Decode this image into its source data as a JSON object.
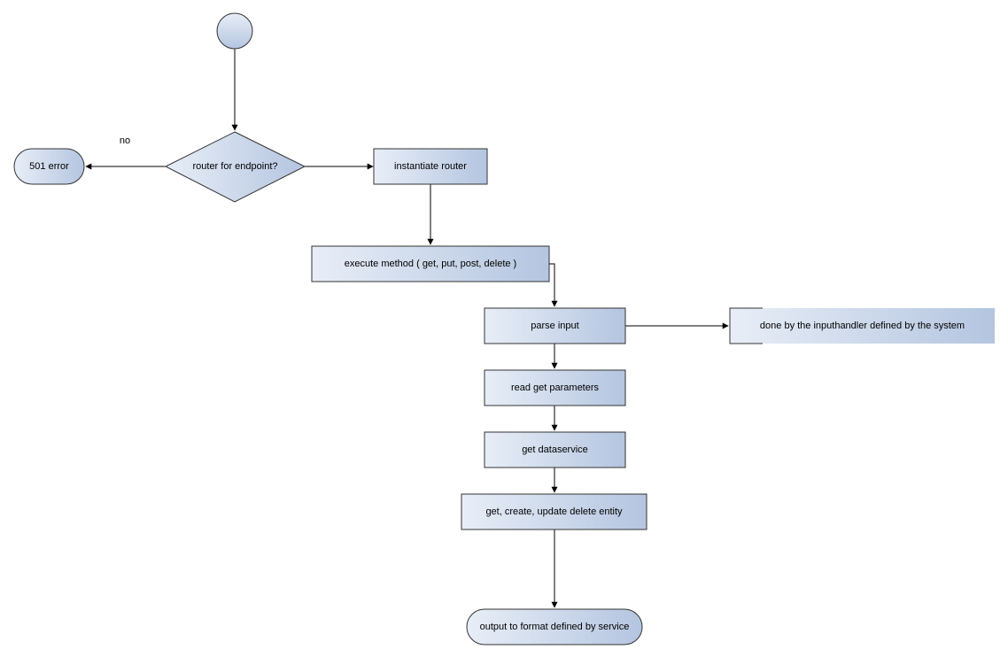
{
  "nodes": {
    "start": {
      "label": ""
    },
    "decision": {
      "label": "router for endpoint?"
    },
    "error501": {
      "label": "501 error"
    },
    "instantiate": {
      "label": "instantiate router"
    },
    "execute": {
      "label": "execute method ( get, put, post, delete )"
    },
    "parse": {
      "label": "parse input"
    },
    "inputhandler": {
      "label": "done by the inputhandler defined by the system"
    },
    "readget": {
      "label": "read get parameters"
    },
    "dataservice": {
      "label": "get dataservice"
    },
    "crud": {
      "label": "get, create, update delete entity"
    },
    "output": {
      "label": "output to format defined by service"
    }
  },
  "edges": {
    "no_label": "no"
  },
  "colors": {
    "fill_light": "#e8eef7",
    "fill_dark": "#b4c5e0",
    "stroke": "#333333"
  }
}
